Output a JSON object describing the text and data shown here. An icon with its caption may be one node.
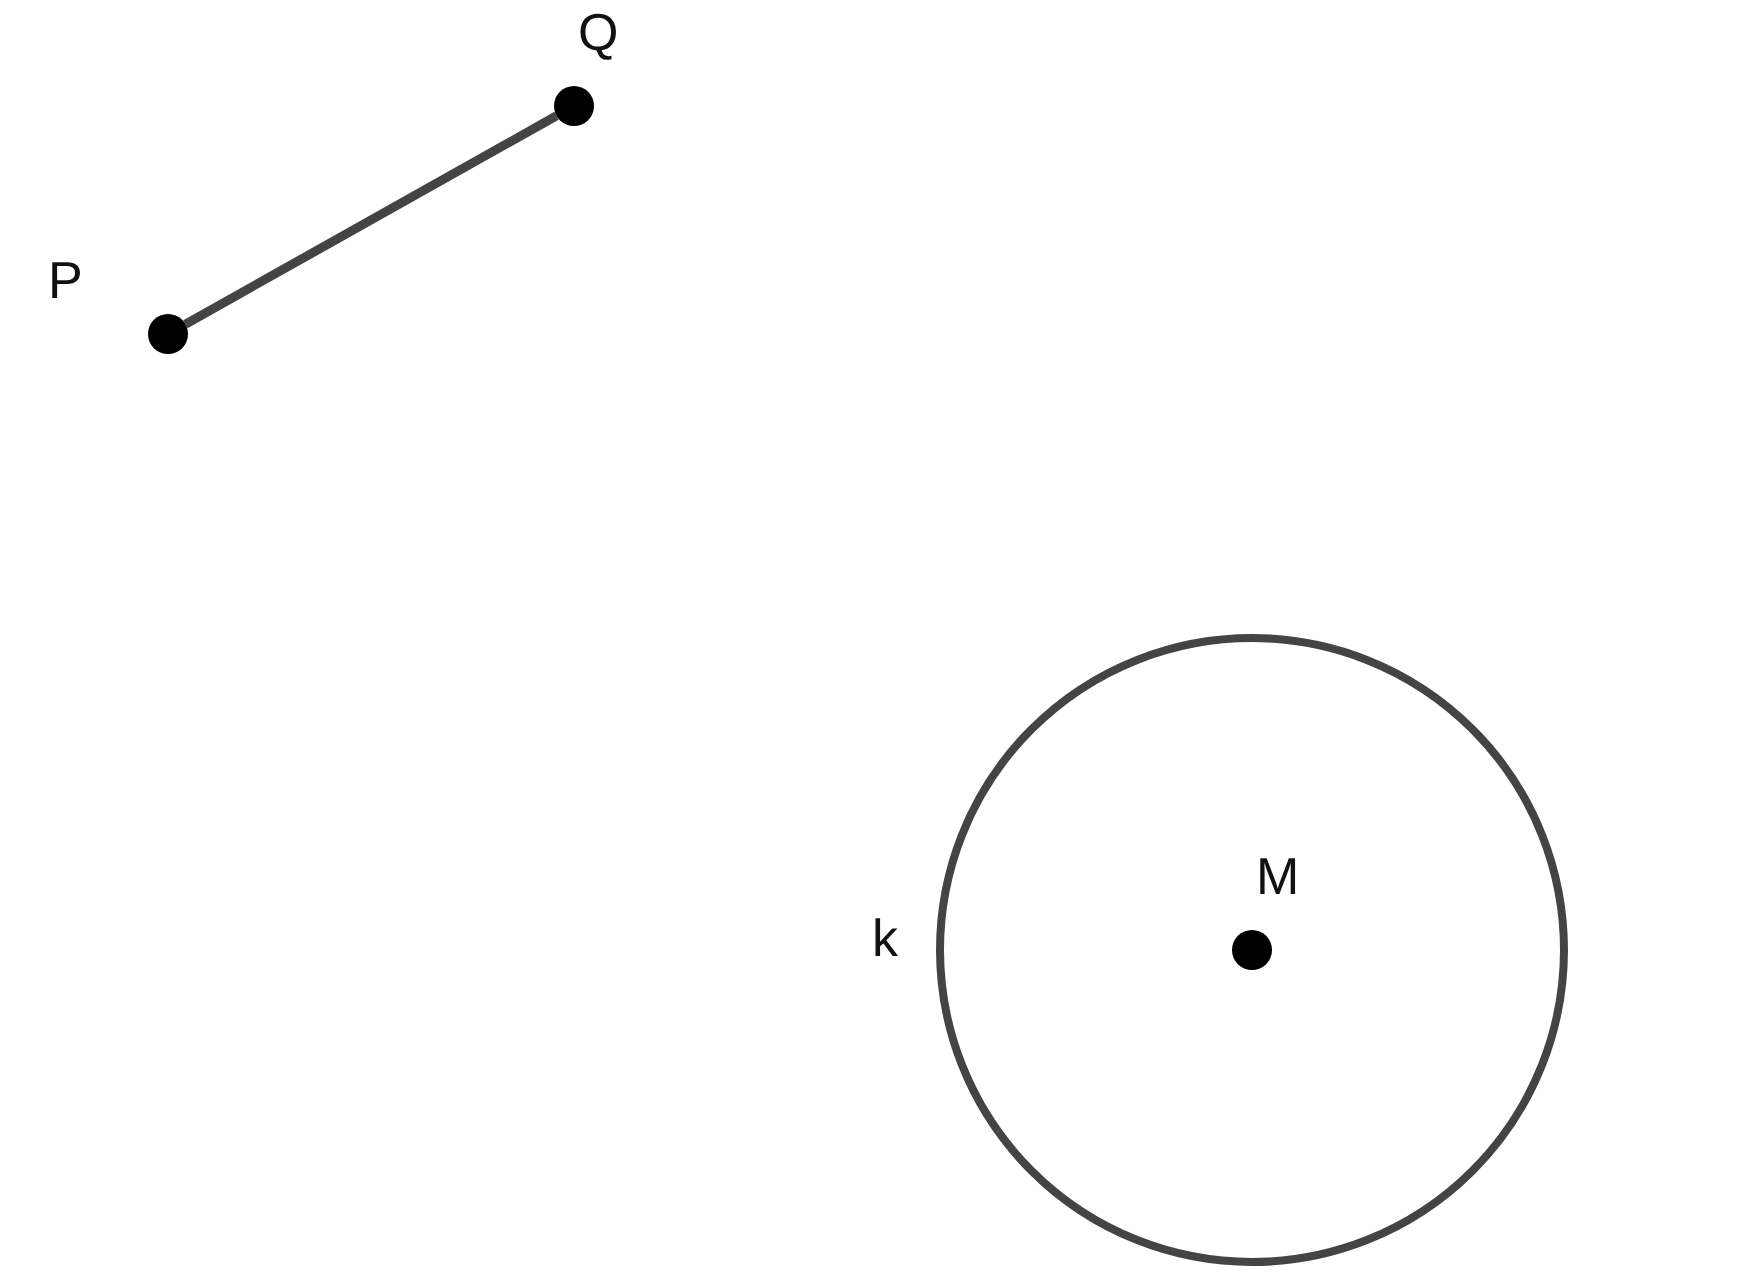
{
  "diagram": {
    "nodes": [
      {
        "text": [],
        "shape": "dot",
        "beside": [
          "P"
        ]
      },
      {
        "text": [],
        "shape": "dot",
        "beside": [
          "Q"
        ]
      },
      {
        "text": [],
        "shape": "circle",
        "beside": [
          "k"
        ]
      },
      {
        "text": [],
        "shape": "dot",
        "beside": [
          "M"
        ],
        "in": 2
      }
    ],
    "edges": [
      {
        "from": 0,
        "to": 1,
        "arrow": "none"
      }
    ]
  }
}
